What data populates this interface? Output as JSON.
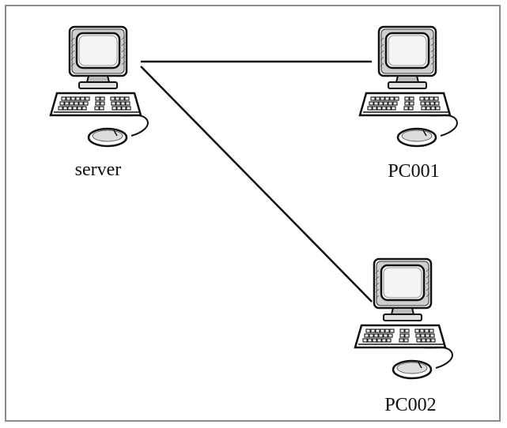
{
  "diagram": {
    "nodes": [
      {
        "id": "server",
        "label": "server",
        "icon": "desktop-computer-icon"
      },
      {
        "id": "pc001",
        "label": "PC001",
        "icon": "desktop-computer-icon"
      },
      {
        "id": "pc002",
        "label": "PC002",
        "icon": "desktop-computer-icon"
      }
    ],
    "edges": [
      {
        "from": "server",
        "to": "pc001"
      },
      {
        "from": "server",
        "to": "pc002"
      }
    ]
  }
}
